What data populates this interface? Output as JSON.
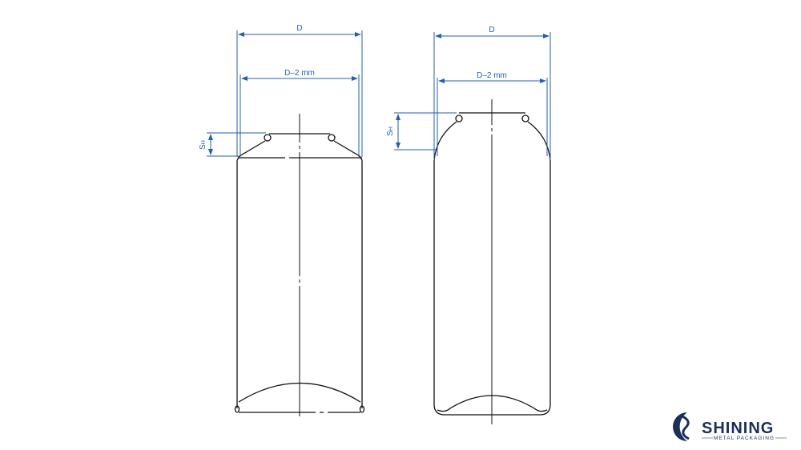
{
  "diagram": {
    "title": "Aerosol can shoulder height dimensions",
    "colors": {
      "outline": "#111111",
      "dimension": "#1f5fb8",
      "brand": "#1b2f5e",
      "background": "#ffffff"
    },
    "left_can": {
      "shape": "conical shoulder",
      "labels": {
        "outer_diameter": "D",
        "inner_diameter": "D–2 mm",
        "shoulder_height": "S",
        "shoulder_height_sub": "H"
      }
    },
    "right_can": {
      "shape": "rounded dome shoulder",
      "labels": {
        "outer_diameter": "D",
        "inner_diameter": "D–2 mm",
        "shoulder_height": "S",
        "shoulder_height_sub": "H"
      }
    }
  },
  "logo": {
    "name": "SHINING",
    "tagline": "METAL PACKAGING"
  }
}
